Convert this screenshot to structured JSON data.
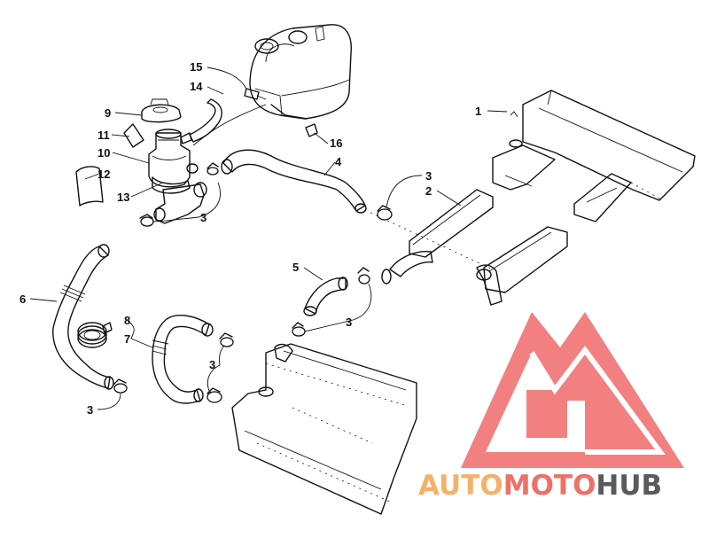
{
  "callouts": [
    {
      "id": "c1",
      "text": "1"
    },
    {
      "id": "c2",
      "text": "2"
    },
    {
      "id": "c3a",
      "text": "3"
    },
    {
      "id": "c3b",
      "text": "3"
    },
    {
      "id": "c3c",
      "text": "3"
    },
    {
      "id": "c3d",
      "text": "3"
    },
    {
      "id": "c3e",
      "text": "3"
    },
    {
      "id": "c4",
      "text": "4"
    },
    {
      "id": "c5",
      "text": "5"
    },
    {
      "id": "c6",
      "text": "6"
    },
    {
      "id": "c7",
      "text": "7"
    },
    {
      "id": "c8",
      "text": "8"
    },
    {
      "id": "c9",
      "text": "9"
    },
    {
      "id": "c10",
      "text": "10"
    },
    {
      "id": "c11",
      "text": "11"
    },
    {
      "id": "c12",
      "text": "12"
    },
    {
      "id": "c13",
      "text": "13"
    },
    {
      "id": "c14",
      "text": "14"
    },
    {
      "id": "c15",
      "text": "15"
    },
    {
      "id": "c16",
      "text": "16"
    }
  ],
  "watermark": {
    "part1": "AUTO",
    "part2": "MOTO",
    "part3": "HUB",
    "colors": {
      "logo": "#f26b6b",
      "auto": "#f5b06a",
      "moto": "#ef7067",
      "hub": "#5a5a5a"
    }
  }
}
